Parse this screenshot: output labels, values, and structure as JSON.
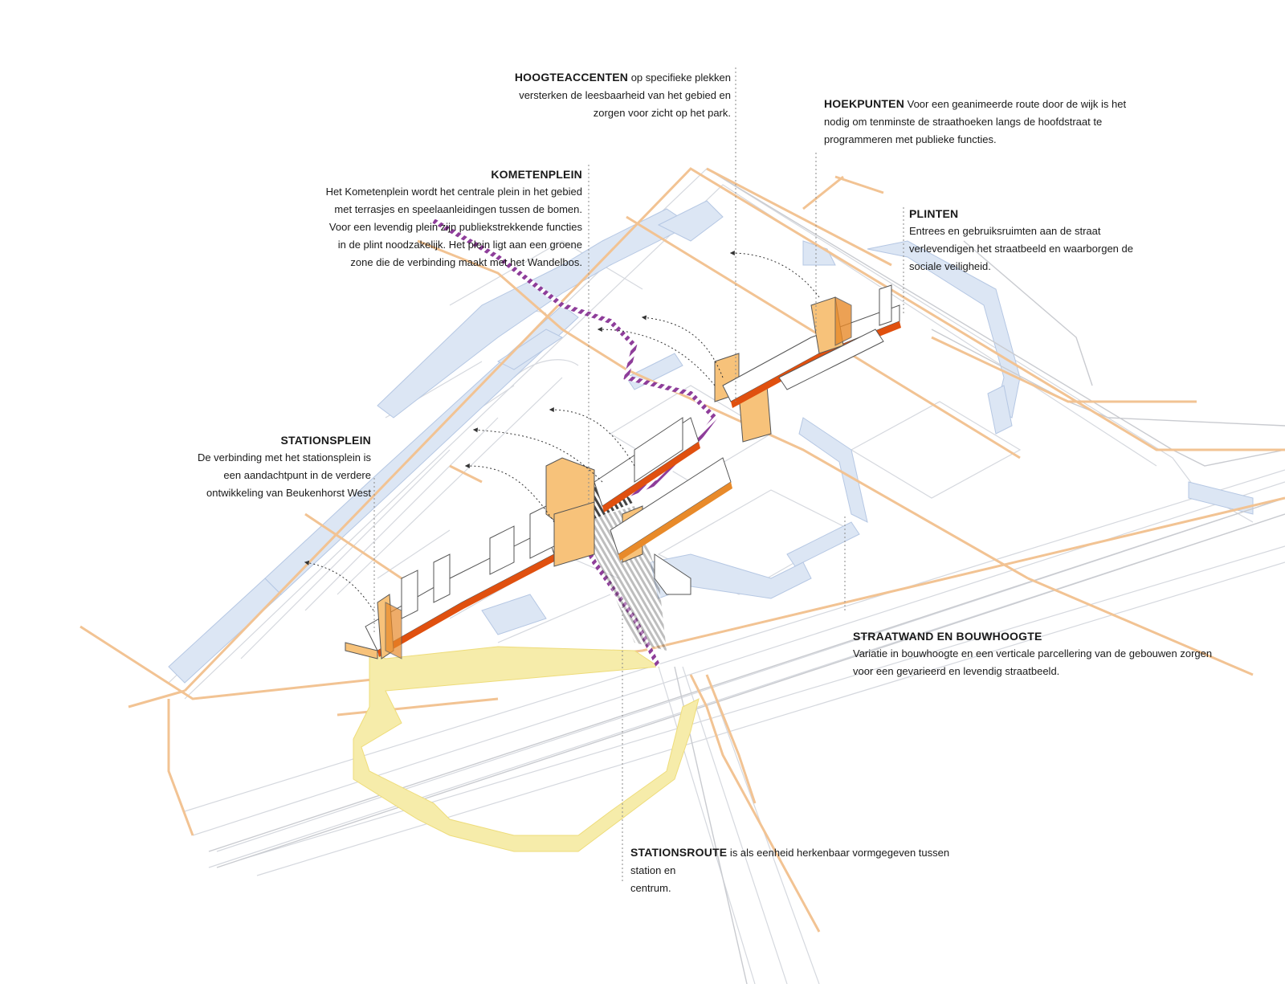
{
  "annotations": {
    "hoogteaccenten": {
      "heading": "HOOGTEACCENTEN",
      "text": " op specifieke plekken\nversterken de  leesbaarheid van het gebied en\nzorgen voor zicht op het park."
    },
    "hoekpunten": {
      "heading": "HOEKPUNTEN",
      "text": " Voor een geanimeerde route door de wijk is het\nnodig om tenminste  de straathoeken langs de hoofdstraat te\nprogrammeren met publieke functies."
    },
    "kometenplein": {
      "heading": "KOMETENPLEIN",
      "text": "Het Kometenplein wordt het centrale plein in het gebied\nmet terrasjes en speelaanleidingen tussen de bomen.\nVoor een levendig plein zijn publiekstrekkende functies\nin de plint noodzakelijk.  Het plein ligt aan een groene\nzone die de verbinding maakt met het Wandelbos."
    },
    "plinten": {
      "heading": "PLINTEN",
      "text": "Entrees en gebruiksruimten aan de straat\nverlevendigen het straatbeeld en waarborgen de\nsociale veiligheid."
    },
    "stationsplein": {
      "heading": "STATIONSPLEIN",
      "text": "De verbinding met het stationsplein is\neen aandachtpunt in de verdere\nontwikkeling van  Beukenhorst West"
    },
    "straatwand": {
      "heading": "STRAATWAND EN BOUWHOOGTE",
      "text": "Variatie in bouwhoogte en een verticale parcellering van de gebouwen zorgen\nvoor een gevarieerd en levendig straatbeeld."
    },
    "stationsroute": {
      "heading": "STATIONSROUTE",
      "text": " is als eenheid herkenbaar vormgegeven tussen station en\ncentrum."
    }
  },
  "colors": {
    "water": "#dce6f4",
    "road": "#f2c393",
    "road_grey": "#c9cbd0",
    "building": "#f7c27a",
    "building_dark": "#e88a2a",
    "plint": "#e0500f",
    "route": "#8e3d9a",
    "station_area": "#f6ecaa",
    "leader": "#8a8a8a"
  }
}
